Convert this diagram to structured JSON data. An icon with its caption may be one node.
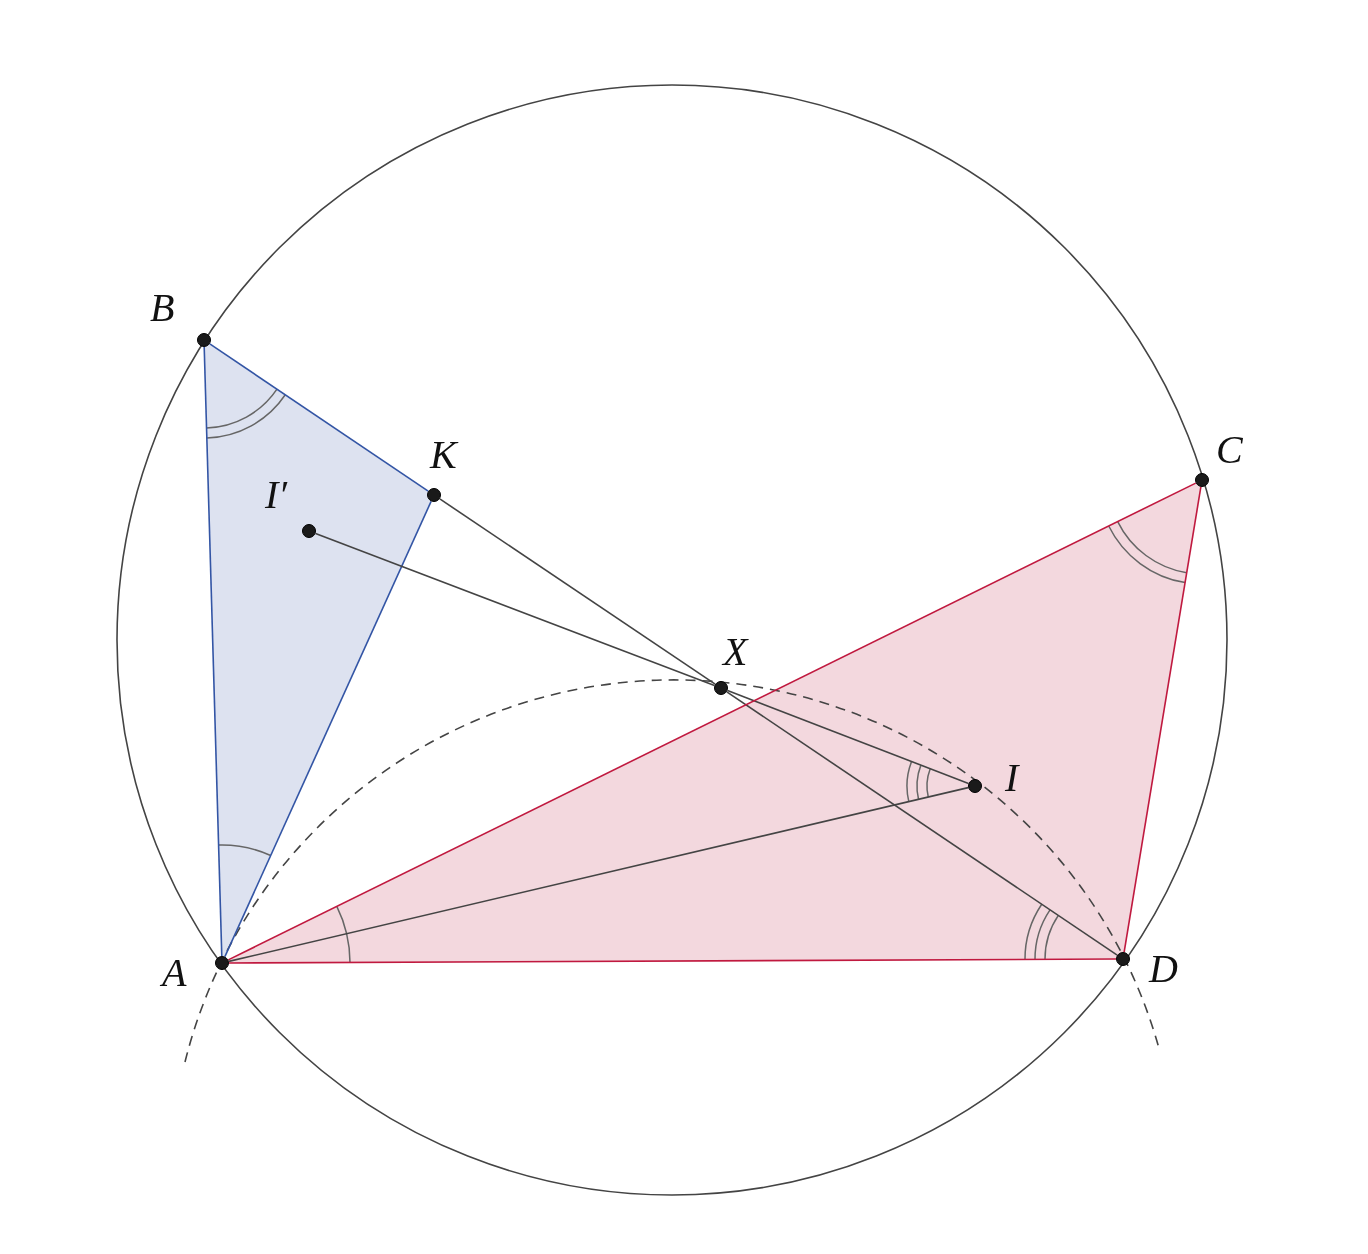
{
  "diagram": {
    "nodes": [
      {
        "text": [
          "B"
        ]
      },
      {
        "text": [
          "K"
        ]
      },
      {
        "text": [
          "I′"
        ]
      },
      {
        "text": [
          "C"
        ]
      },
      {
        "text": [
          "X"
        ]
      },
      {
        "text": [
          "I"
        ]
      },
      {
        "text": [
          "A"
        ]
      },
      {
        "text": [
          "D"
        ]
      }
    ],
    "edges": [
      {
        "from": 6,
        "to": 0,
        "arrow": "none",
        "color": "#3355a5"
      },
      {
        "from": 0,
        "to": 1,
        "arrow": "none",
        "color": "#3355a5"
      },
      {
        "from": 1,
        "to": 6,
        "arrow": "none",
        "color": "#3355a5"
      },
      {
        "from": 1,
        "to": 4,
        "arrow": "none"
      },
      {
        "from": 4,
        "to": 7,
        "arrow": "none"
      },
      {
        "from": 2,
        "to": 4,
        "arrow": "none"
      },
      {
        "from": 4,
        "to": 5,
        "arrow": "none"
      },
      {
        "from": 6,
        "to": 5,
        "arrow": "none"
      },
      {
        "from": 6,
        "to": 3,
        "arrow": "none",
        "color": "#c0193f"
      },
      {
        "from": 3,
        "to": 7,
        "arrow": "none",
        "color": "#c0193f"
      },
      {
        "from": 7,
        "to": 6,
        "arrow": "none",
        "color": "#c0193f"
      }
    ]
  }
}
